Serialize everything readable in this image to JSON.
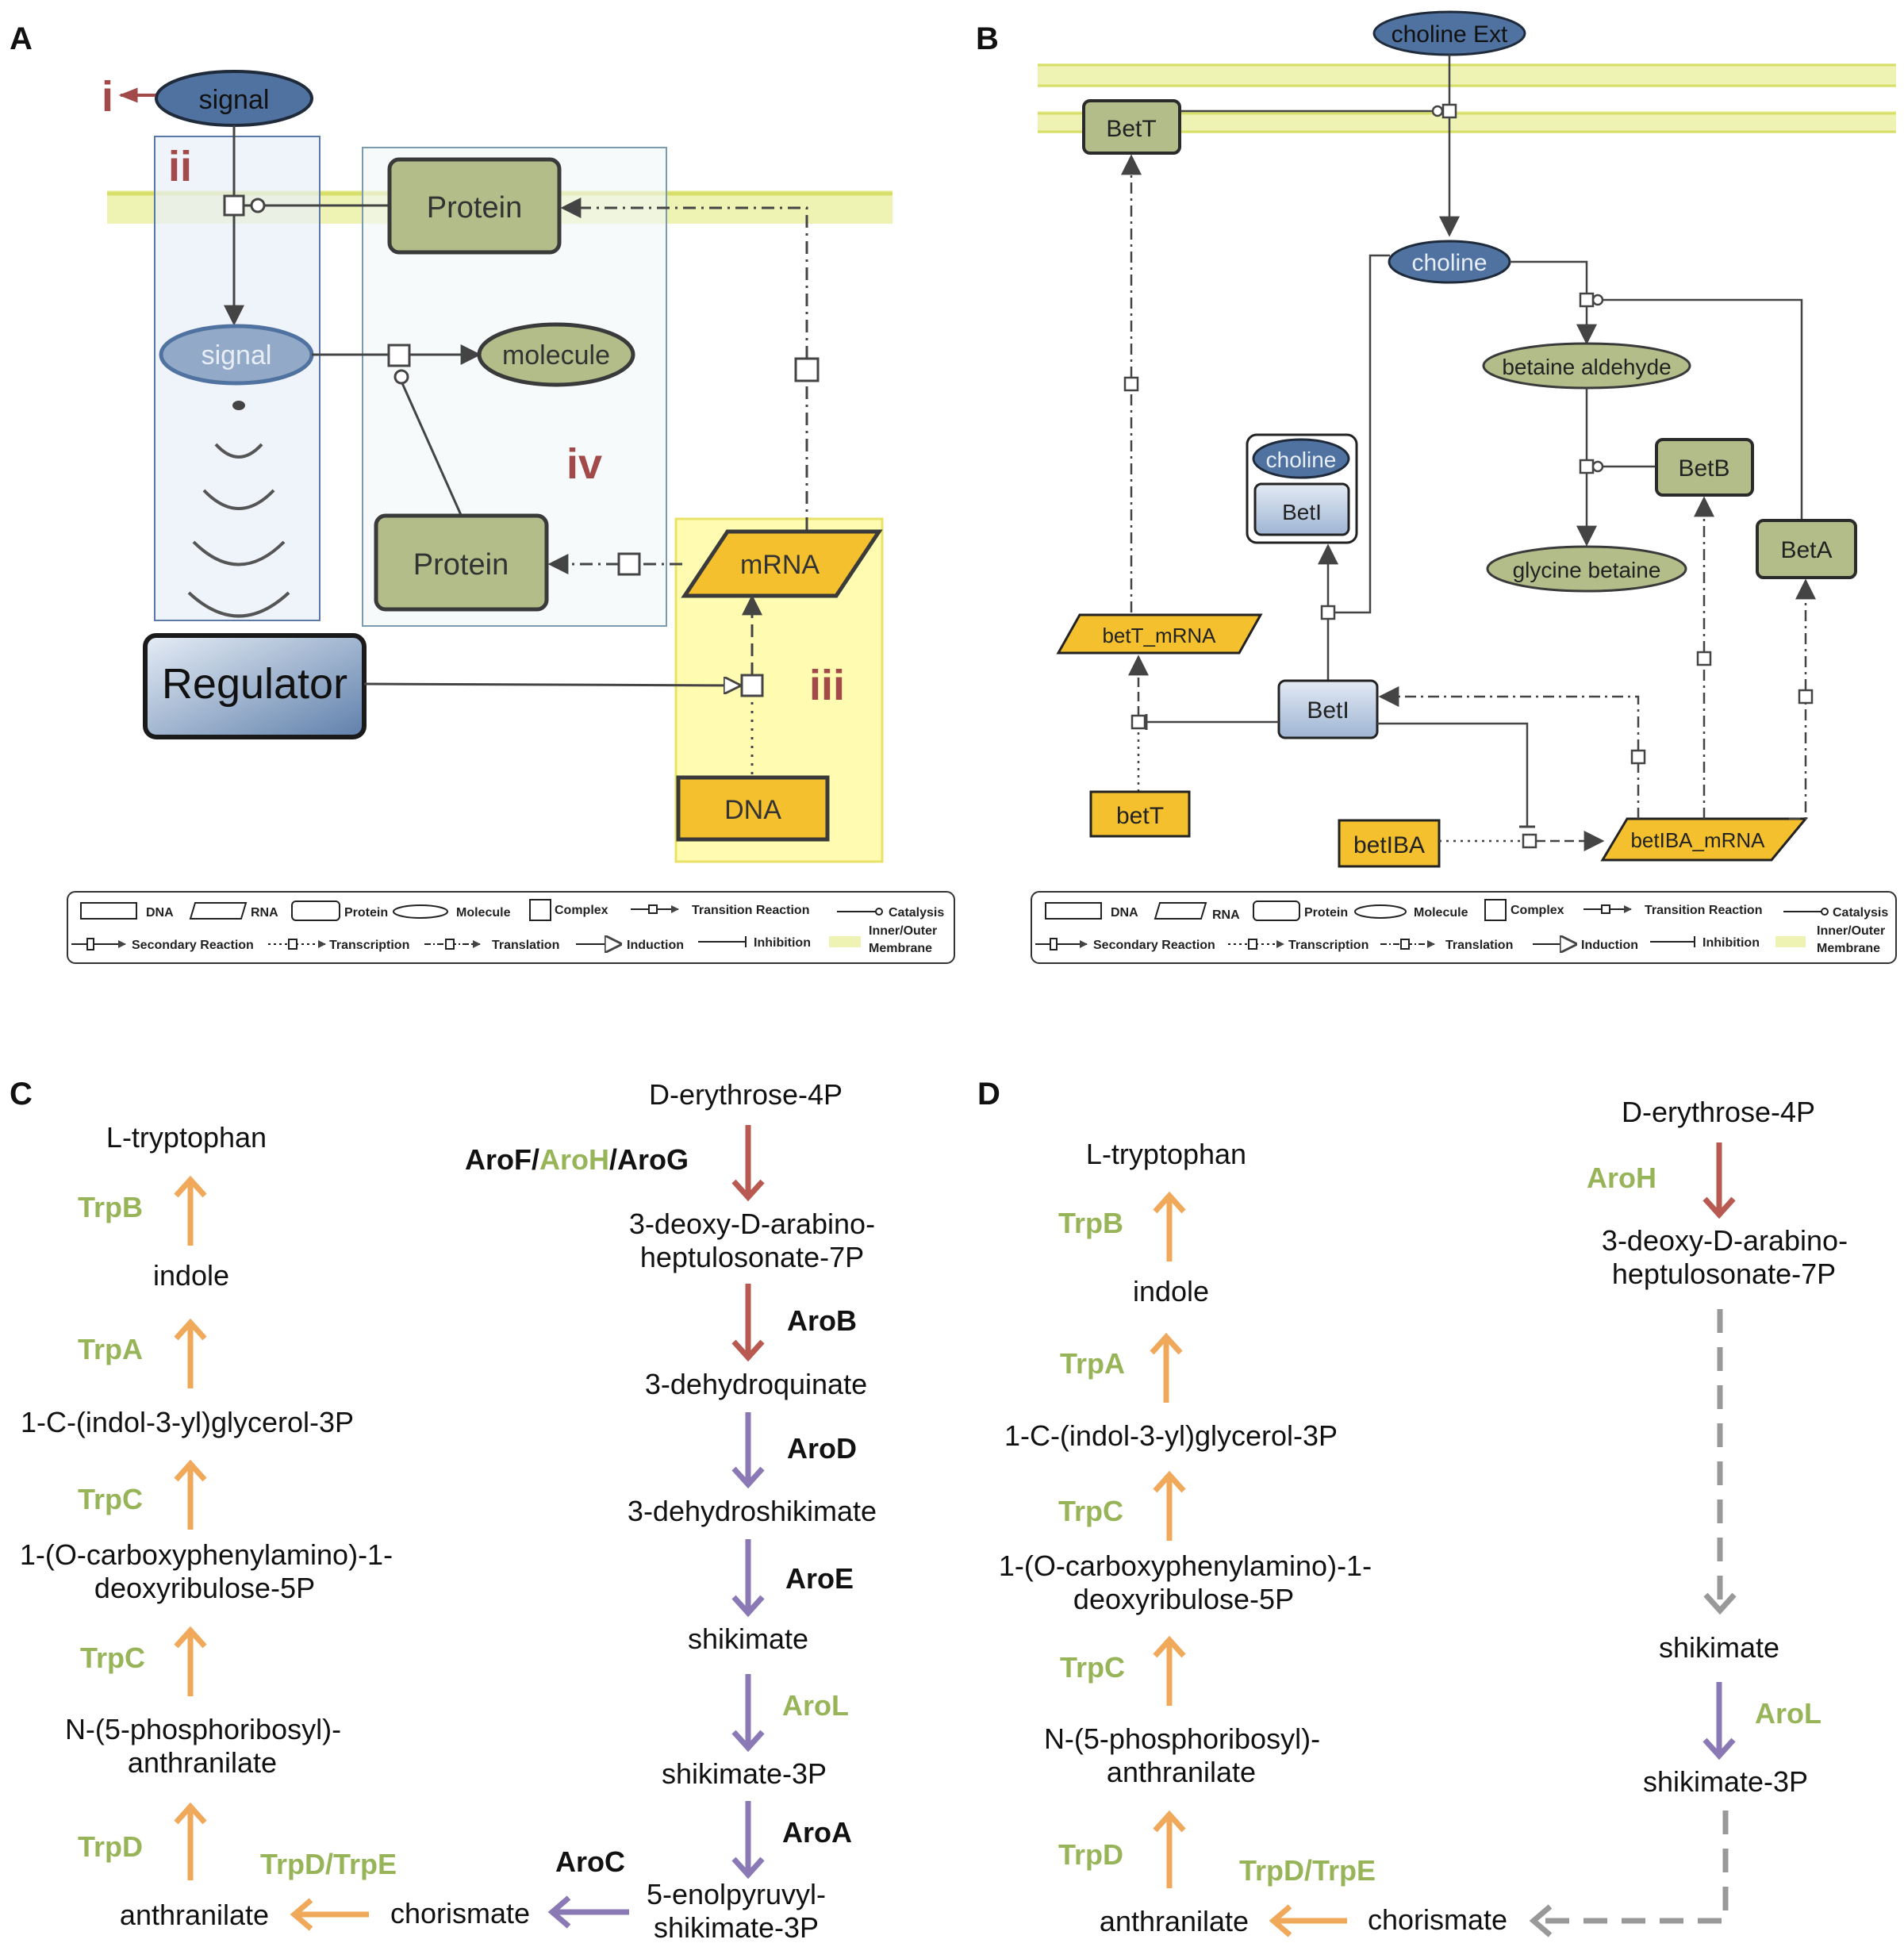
{
  "panels": {
    "a": "A",
    "b": "B",
    "c": "C",
    "d": "D"
  },
  "panel_a": {
    "labels": {
      "i": "i",
      "ii": "ii",
      "iii": "iii",
      "iv": "iv"
    },
    "signal_top": "signal",
    "signal_inner": "signal",
    "protein_top": "Protein",
    "protein_bottom": "Protein",
    "molecule": "molecule",
    "mrna": "mRNA",
    "dna": "DNA",
    "regulator": "Regulator"
  },
  "panel_b": {
    "choline_ext": "choline Ext",
    "bett": "BetT",
    "choline": "choline",
    "betaine_aldehyde": "betaine aldehyde",
    "betb": "BetB",
    "glycine_betaine": "glycine betaine",
    "beta": "BetA",
    "complex_choline": "choline",
    "complex_beti": "BetI",
    "beti": "BetI",
    "bett_mrna": "betT_mRNA",
    "bett_gene": "betT",
    "betiba_gene": "betIBA",
    "betiba_mrna": "betIBA_mRNA"
  },
  "legend": {
    "dna": "DNA",
    "rna": "RNA",
    "protein": "Protein",
    "molecule": "Molecule",
    "complex": "Complex",
    "transition": "Transition Reaction",
    "catalysis": "Catalysis",
    "secondary": "Secondary Reaction",
    "transcription": "Transcription",
    "translation": "Translation",
    "induction": "Induction",
    "inhibition": "Inhibition",
    "membrane_1": "Inner/Outer",
    "membrane_2": "Membrane"
  },
  "panel_c": {
    "l_tryptophan": "L-tryptophan",
    "trpB": "TrpB",
    "indole": "indole",
    "trpA": "TrpA",
    "indolylglycerol": "1-C-(indol-3-yl)glycerol-3P",
    "trpC_1": "TrpC",
    "carboxyphenyl_1": "1-(O-carboxyphenylamino)-1-",
    "carboxyphenyl_2": "deoxyribulose-5P",
    "trpC_2": "TrpC",
    "phosphoribosyl_1": "N-(5-phosphoribosyl)-",
    "phosphoribosyl_2": "anthranilate",
    "trpD": "TrpD",
    "trpDE": "TrpD/TrpE",
    "anthranilate": "anthranilate",
    "chorismate": "chorismate",
    "aroC": "AroC",
    "erythrose": "D-erythrose-4P",
    "aroF": "AroF",
    "slash_1": "/",
    "aroH": "AroH",
    "slash_2": "/",
    "aroG": "AroG",
    "dahp_1": "3-deoxy-D-arabino-",
    "dahp_2": "heptulosonate-7P",
    "aroB": "AroB",
    "dehydroquinate": "3-dehydroquinate",
    "aroD": "AroD",
    "dehydroshikimate": "3-dehydroshikimate",
    "aroE": "AroE",
    "shikimate": "shikimate",
    "aroL": "AroL",
    "shikimate3p": "shikimate-3P",
    "aroA": "AroA",
    "epsp_1": "5-enolpyruvyl-",
    "epsp_2": "shikimate-3P"
  },
  "panel_d": {
    "l_tryptophan": "L-tryptophan",
    "trpB": "TrpB",
    "indole": "indole",
    "trpA": "TrpA",
    "indolylglycerol": "1-C-(indol-3-yl)glycerol-3P",
    "trpC_1": "TrpC",
    "carboxyphenyl_1": "1-(O-carboxyphenylamino)-1-",
    "carboxyphenyl_2": "deoxyribulose-5P",
    "trpC_2": "TrpC",
    "phosphoribosyl_1": "N-(5-phosphoribosyl)-",
    "phosphoribosyl_2": "anthranilate",
    "trpD": "TrpD",
    "trpDE": "TrpD/TrpE",
    "anthranilate": "anthranilate",
    "chorismate": "chorismate",
    "erythrose": "D-erythrose-4P",
    "aroH": "AroH",
    "dahp_1": "3-deoxy-D-arabino-",
    "dahp_2": "heptulosonate-7P",
    "shikimate": "shikimate",
    "aroL": "AroL",
    "shikimate3p": "shikimate-3P"
  },
  "colors": {
    "molecule_dark": "#4f72a0",
    "molecule_light": "#92a9c7",
    "protein": "#b2bd8a",
    "gene": "#f4c02e",
    "membrane": "#e9ef9a",
    "arrow_orange": "#f0a85a",
    "arrow_red": "#b85a52",
    "arrow_purple": "#8b79b6",
    "arrow_gray": "#999999",
    "enzyme_green": "#97b459",
    "roman_red": "#a24a4a"
  }
}
